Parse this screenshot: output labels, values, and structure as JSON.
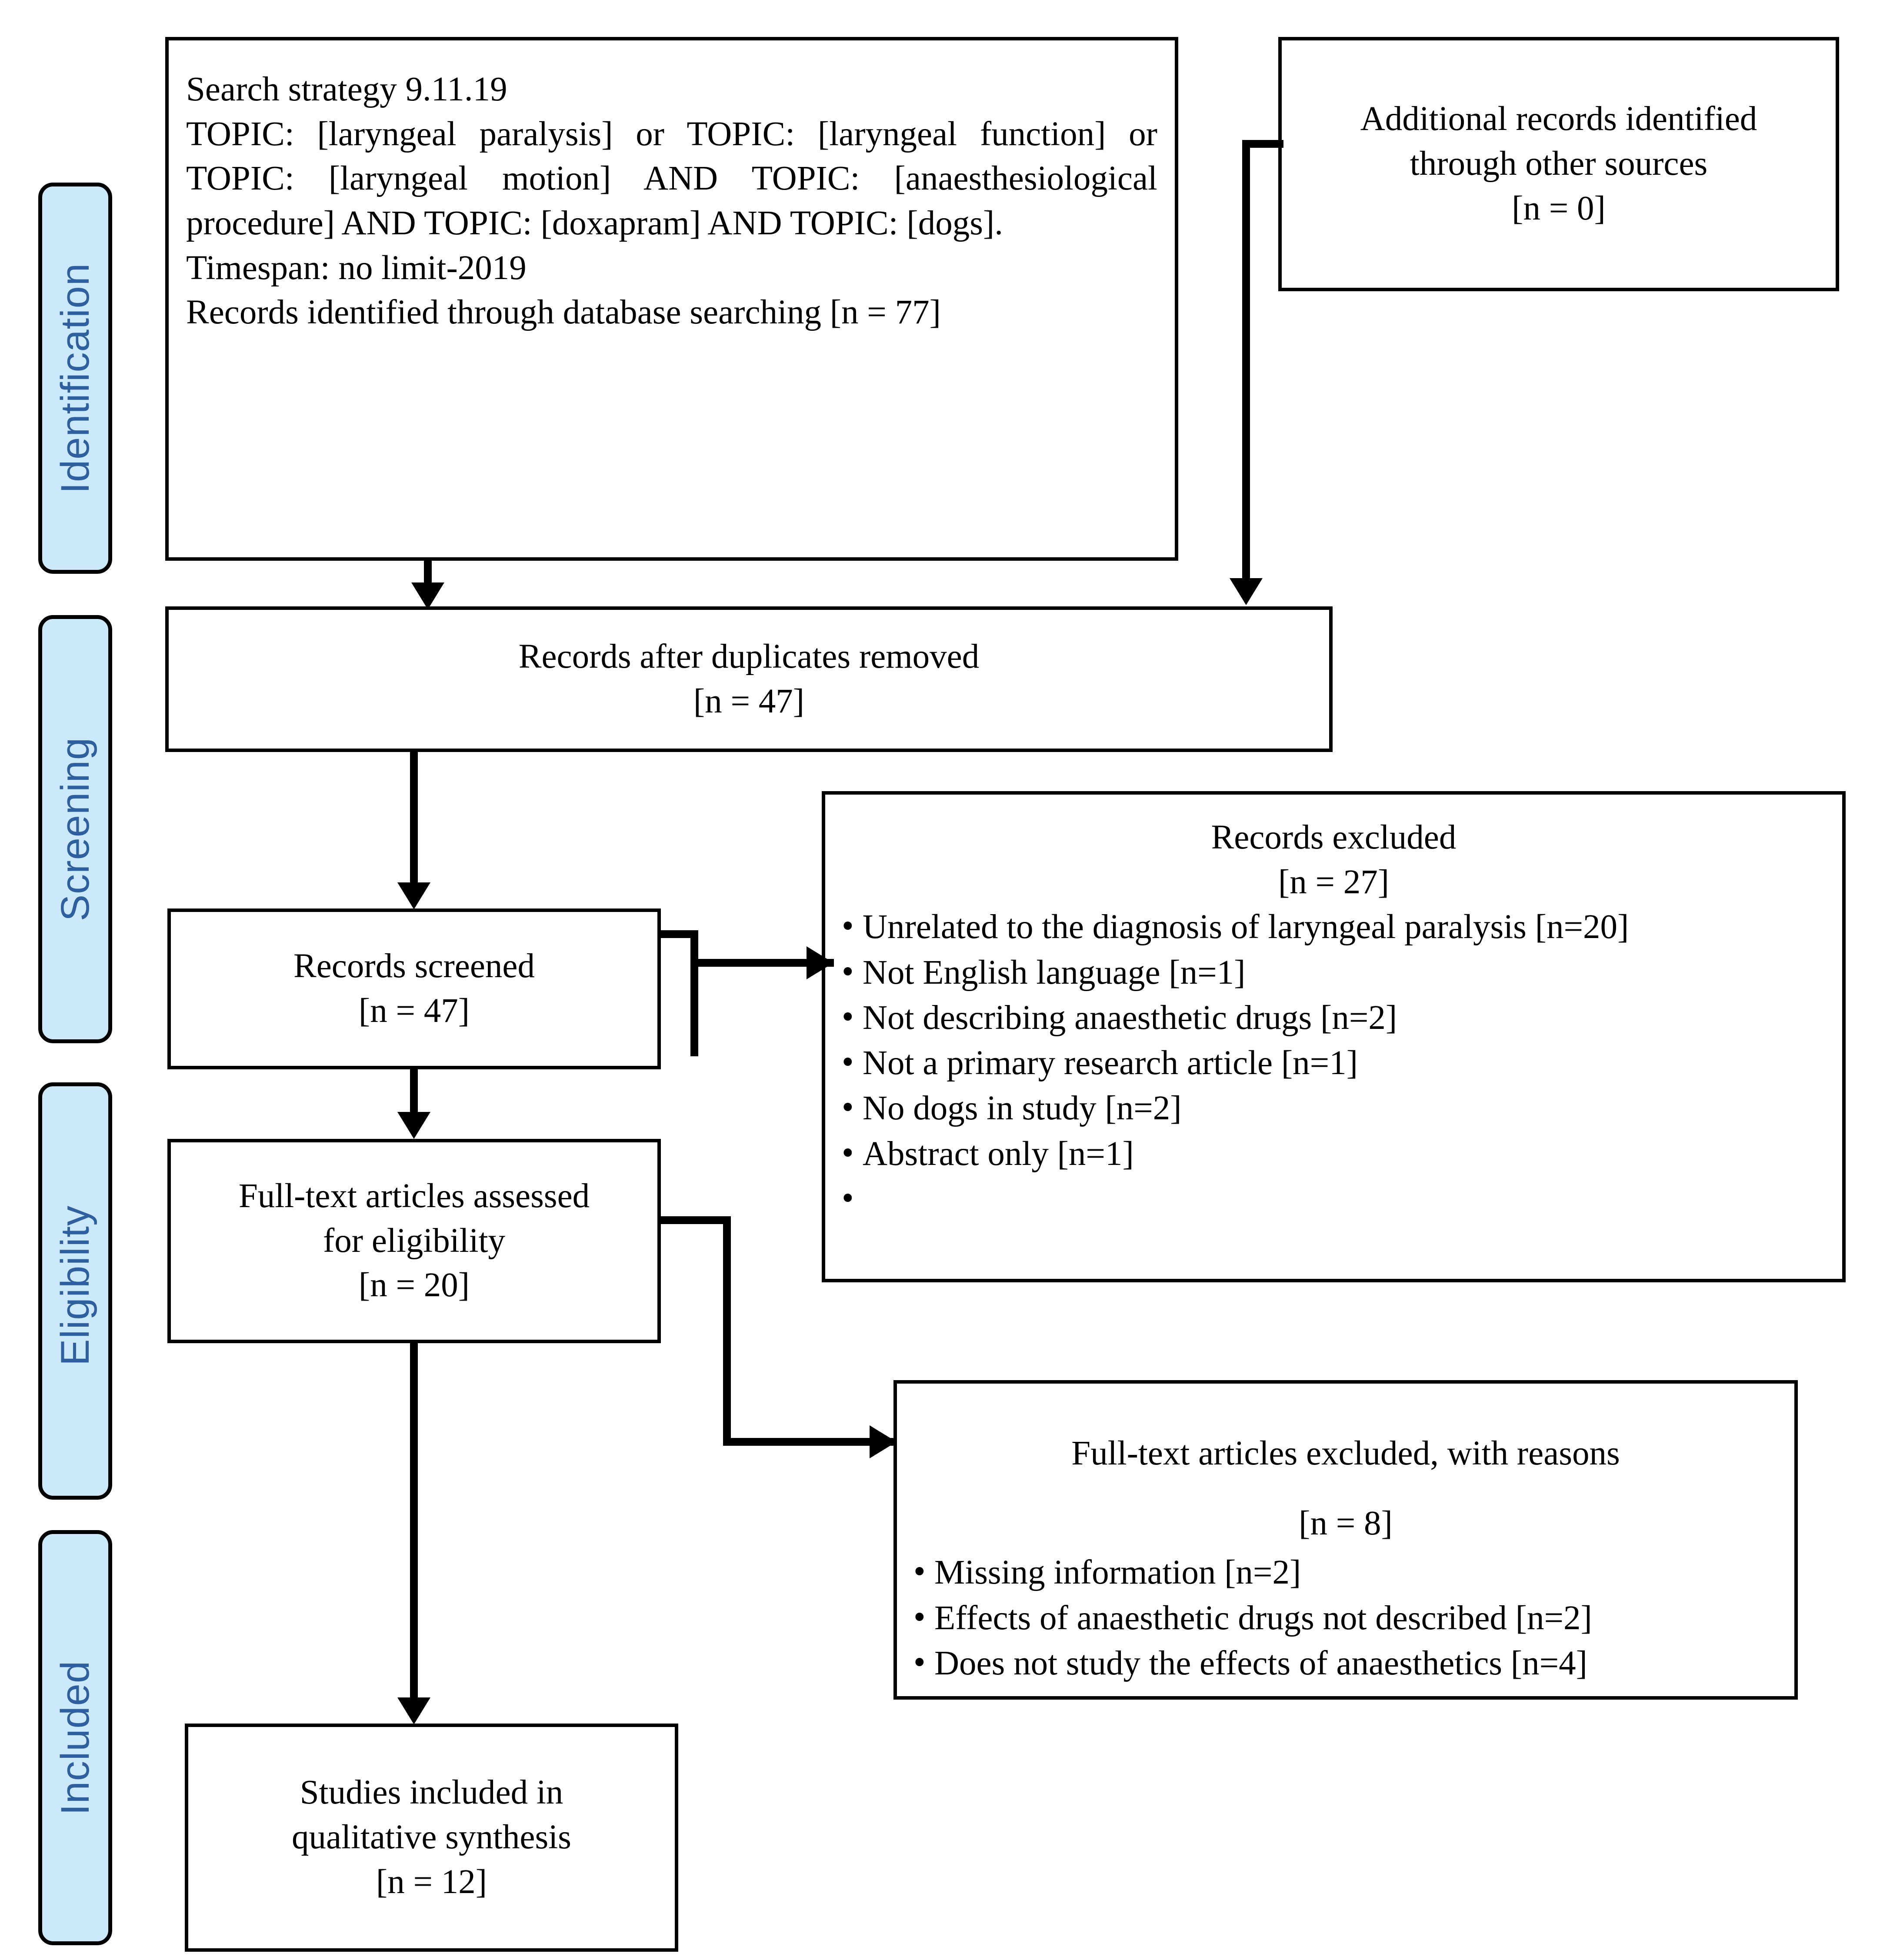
{
  "colors": {
    "stage_fill": "#cbe9fb",
    "stage_text": "#2e5f9e",
    "border": "#000000",
    "box_fill": "#ffffff"
  },
  "stages": [
    {
      "label": "Identification"
    },
    {
      "label": "Screening"
    },
    {
      "label": "Eligibility"
    },
    {
      "label": "Included"
    }
  ],
  "boxes": {
    "search_strategy": {
      "lines": [
        "Search strategy 9.11.19",
        "TOPIC: [laryngeal paralysis] or TOPIC: [laryngeal function] or TOPIC: [laryngeal motion] AND TOPIC: [anaesthesiological procedure] AND TOPIC: [doxapram] AND TOPIC: [dogs].",
        "Timespan: no limit-2019",
        "Records identified through database searching [n = 77]"
      ],
      "line1": "Search strategy 9.11.19",
      "line2": "TOPIC: [laryngeal paralysis] or TOPIC: [laryngeal function] or TOPIC: [laryngeal motion] AND TOPIC: [anaesthesiological procedure] AND TOPIC: [doxapram] AND TOPIC: [dogs].",
      "line3": "Timespan: no limit-2019",
      "line4": "Records identified through database searching [n = 77]"
    },
    "additional_records": {
      "title_line1": "Additional records identified",
      "title_line2": "through other sources",
      "count": "[n = 0]"
    },
    "after_duplicates": {
      "title": "Records after duplicates removed",
      "count": "[n = 47]"
    },
    "records_screened": {
      "title": "Records screened",
      "count": "[n = 47]"
    },
    "records_excluded": {
      "title": "Records excluded",
      "count": "[n = 27]",
      "reasons": [
        "Unrelated to the diagnosis of laryngeal paralysis [n=20]",
        "Not English language [n=1]",
        "Not describing anaesthetic drugs [n=2]",
        "Not a primary research article [n=1]",
        "No dogs in study [n=2]",
        "Abstract only [n=1]",
        ""
      ]
    },
    "fulltext_assessed": {
      "title_line1": "Full-text articles assessed",
      "title_line2": "for eligibility",
      "count": "[n = 20]"
    },
    "fulltext_excluded": {
      "title": "Full-text articles excluded, with reasons",
      "count": "[n = 8]",
      "reasons": [
        "Missing information [n=2]",
        "Effects of anaesthetic drugs not described [n=2]",
        "Does not study the effects of anaesthetics [n=4]"
      ]
    },
    "studies_included": {
      "title_line1": "Studies included in",
      "title_line2": "qualitative synthesis",
      "count": "[n = 12]"
    }
  }
}
